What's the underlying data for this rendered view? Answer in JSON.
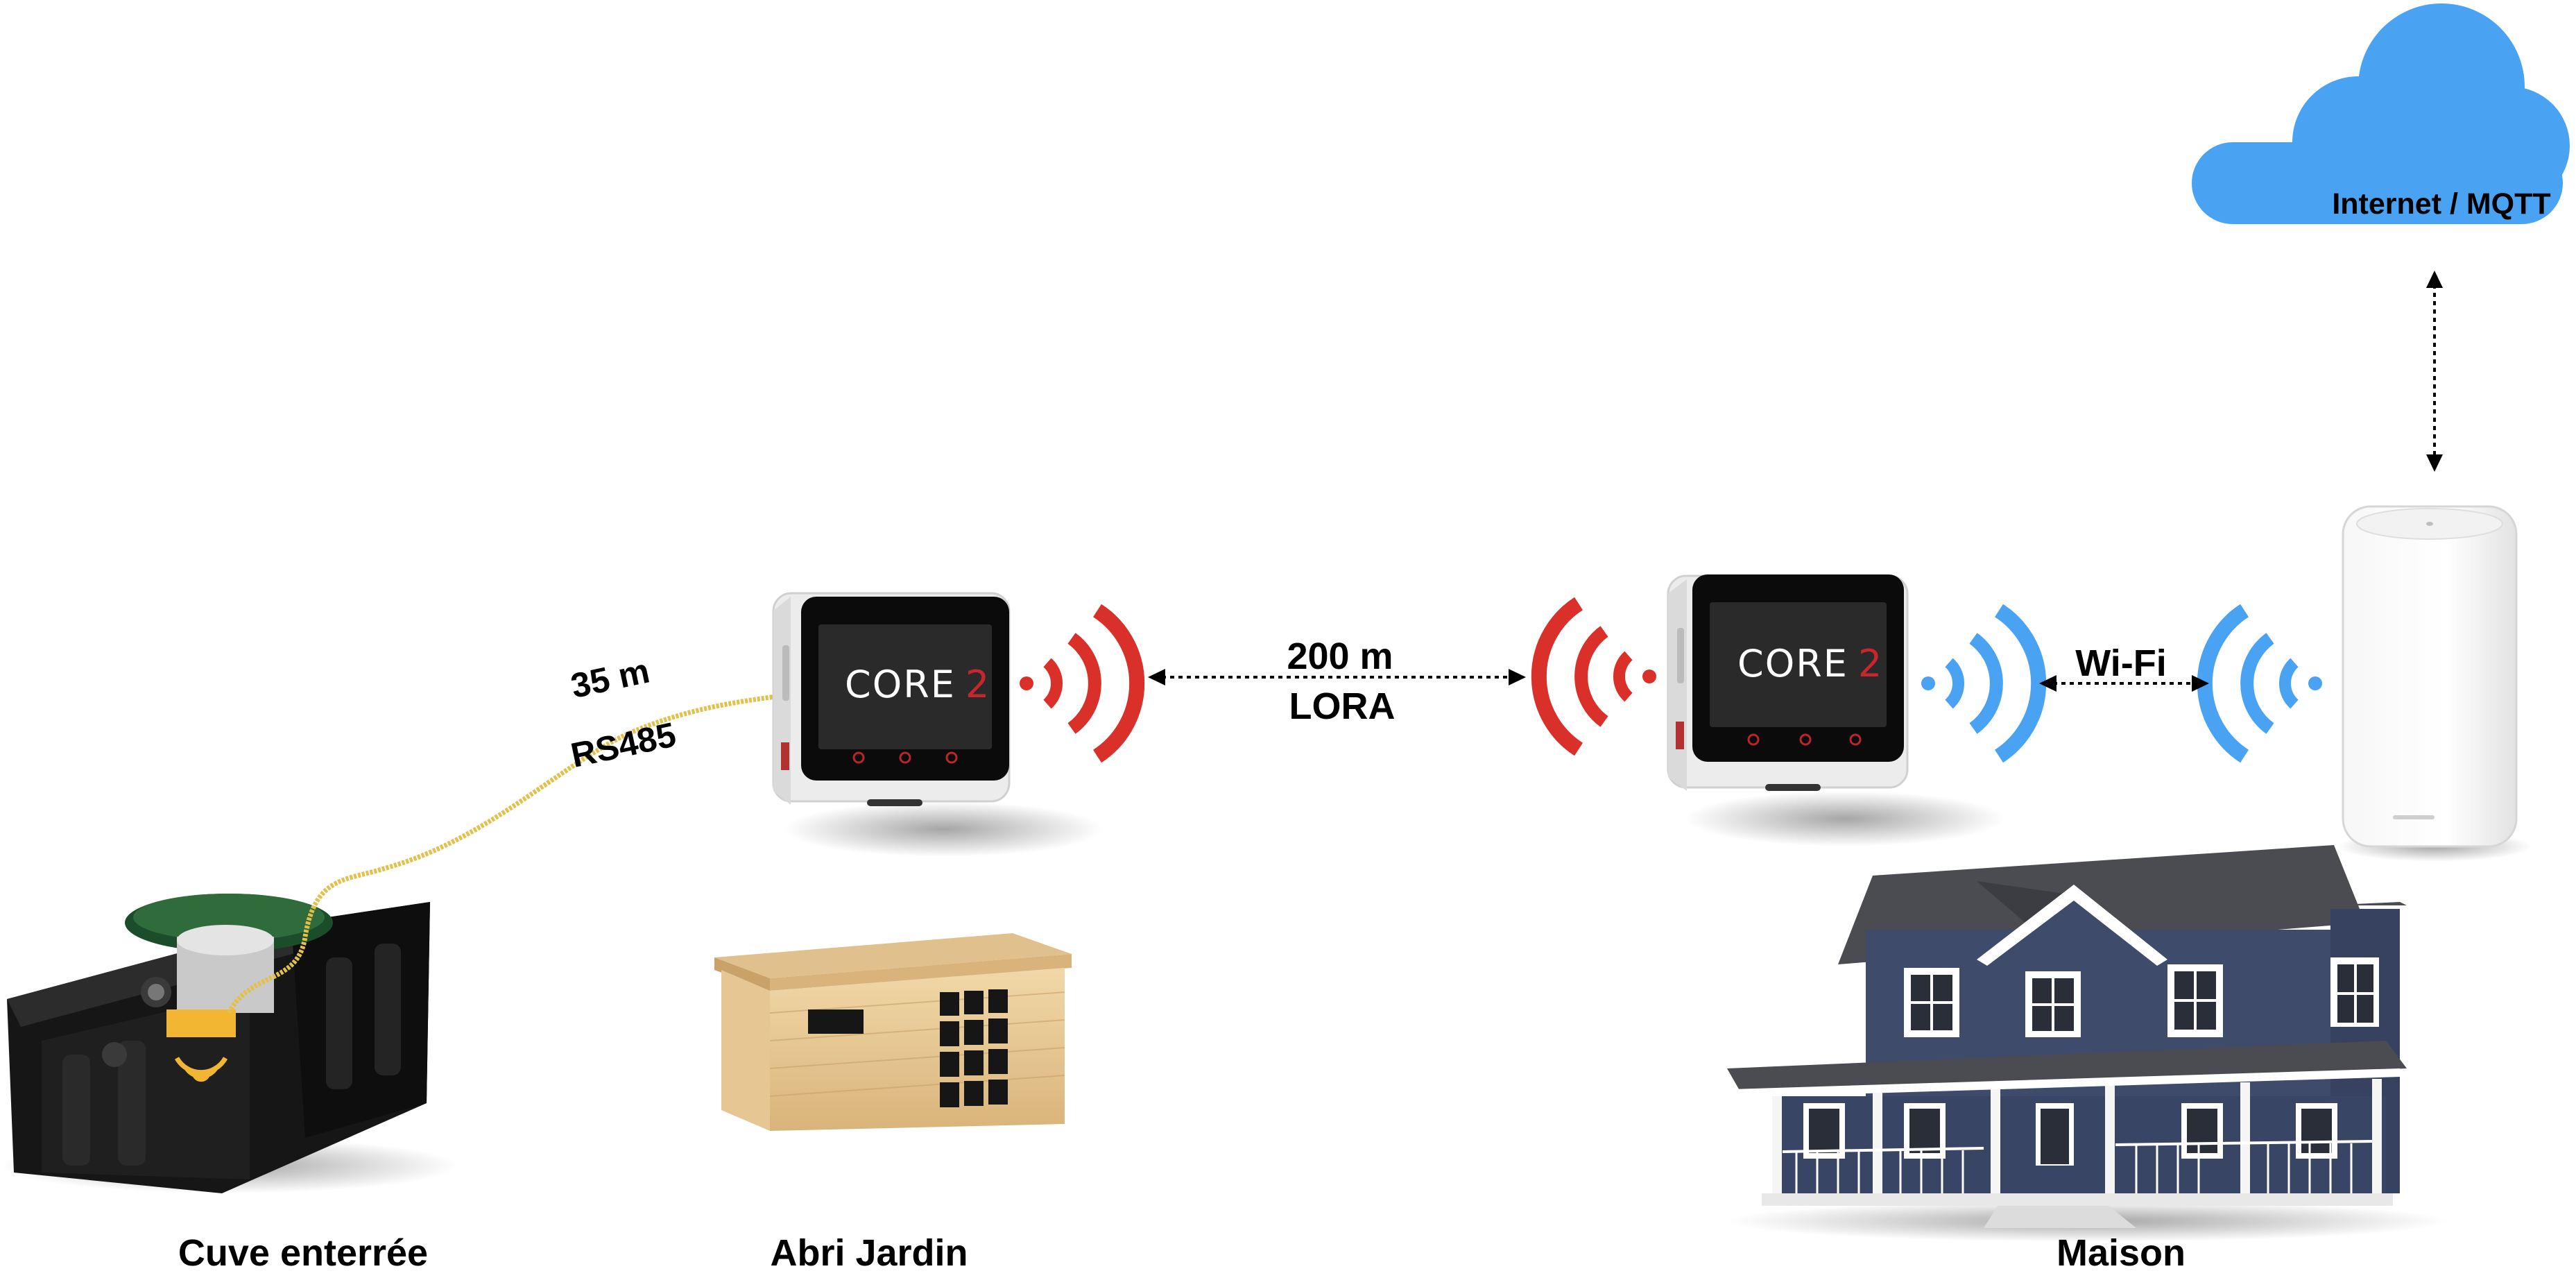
{
  "labels": {
    "tank": "Cuve enterrée",
    "shed": "Abri Jardin",
    "house": "Maison"
  },
  "links": {
    "wired_distance": "35 m",
    "wired_protocol": "RS485",
    "radio_distance": "200 m",
    "radio_protocol": "LORA",
    "wifi": "Wi-Fi",
    "cloud": "Internet / MQTT"
  },
  "devices": {
    "core_word": "CORE",
    "core_number": "2"
  },
  "icons": {
    "tank": "underground-tank-icon",
    "sensor": "level-sensor-icon",
    "shed": "garden-shed-icon",
    "house": "house-icon",
    "router": "wifi-router-icon",
    "cloud": "cloud-icon",
    "device": "m5stack-core2-icon"
  },
  "colors": {
    "lora_waves": "#d9302a",
    "wifi_waves": "#4aa3f2",
    "cloud": "#4aa3f2",
    "cable": "#e3c04a",
    "sensor": "#f2b632"
  }
}
